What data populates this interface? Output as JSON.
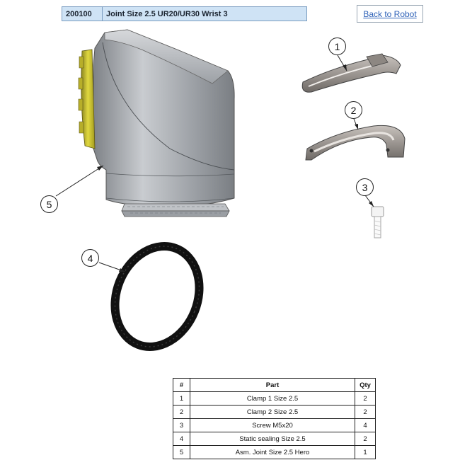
{
  "header": {
    "code": "200100",
    "title": "Joint Size 2.5 UR20/UR30 Wrist 3"
  },
  "nav": {
    "back_label": "Back to Robot"
  },
  "callouts": [
    "1",
    "2",
    "3",
    "4",
    "5"
  ],
  "parts_table": {
    "columns": [
      "#",
      "Part",
      "Qty"
    ],
    "rows": [
      [
        "1",
        "Clamp 1 Size 2.5",
        "2"
      ],
      [
        "2",
        "Clamp 2 Size 2.5",
        "2"
      ],
      [
        "3",
        "Screw M5x20",
        "4"
      ],
      [
        "4",
        "Static sealing Size 2.5",
        "2"
      ],
      [
        "5",
        "Asm. Joint Size 2.5 Hero",
        "1"
      ]
    ]
  },
  "colors": {
    "header_bg": "#cfe3f5",
    "link": "#2f62b8",
    "joint_flange": "#d8d028",
    "seal": "#111111"
  }
}
